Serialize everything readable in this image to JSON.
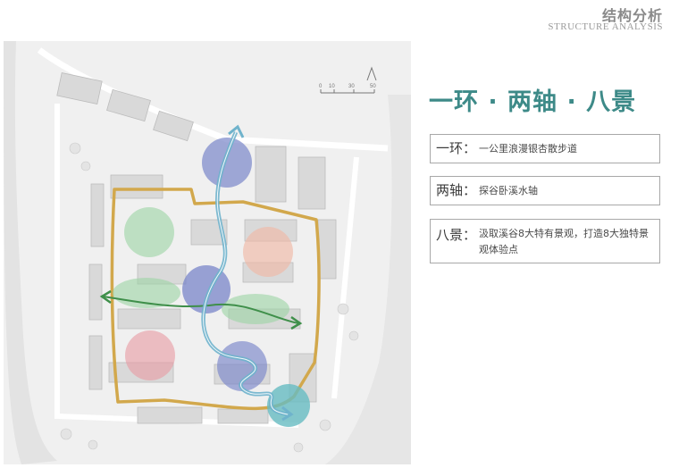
{
  "header": {
    "title": "结构分析",
    "subtitle": "STRUCTURE ANALYSIS"
  },
  "headline": "一环 · 两轴 · 八景",
  "legend": {
    "ring": {
      "label": "一环：",
      "text": "一公里浪漫银杏散步道"
    },
    "axes": {
      "label": "两轴：",
      "text": "探谷卧溪水轴"
    },
    "views": {
      "label": "八景：",
      "text": "汲取溪谷8大特有景观，打造8大独特景观体验点"
    }
  },
  "plan": {
    "scale_labels": [
      "0",
      "10",
      "30",
      "50"
    ],
    "colors": {
      "ring": "#d2a84c",
      "water_axis": "#6fb3cc",
      "green_axis": "#3f8f4a",
      "blue_node": "#7986c9",
      "cyan_node": "#67bcc2",
      "green_node": "#9bd3a3",
      "pink_node": "#e79aa2",
      "peach_node": "#f0b9a6"
    }
  }
}
